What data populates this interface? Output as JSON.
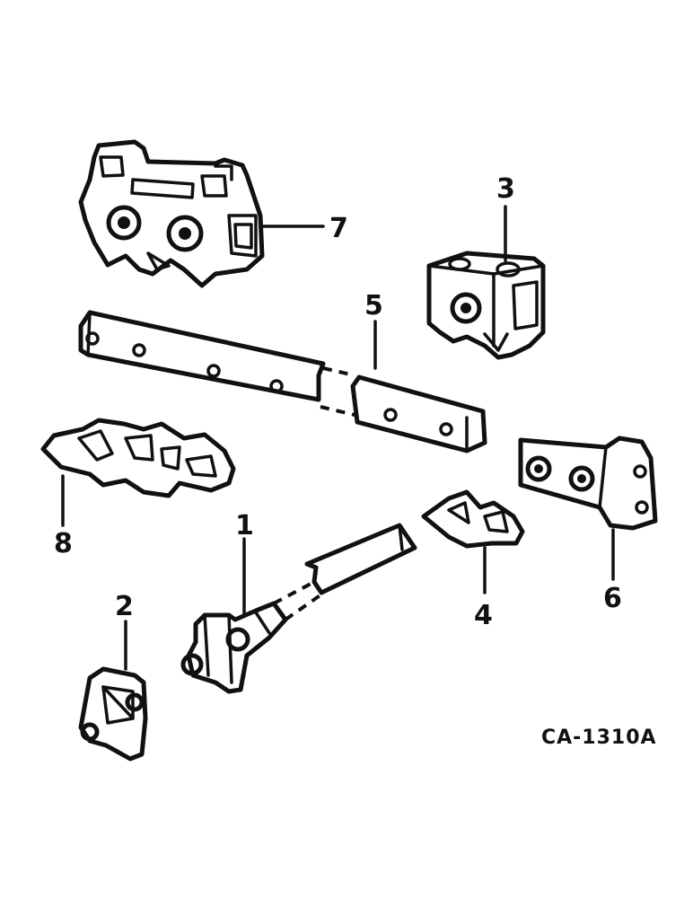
{
  "callouts": {
    "n1": "1",
    "n2": "2",
    "n3": "3",
    "n4": "4",
    "n5": "5",
    "n6": "6",
    "n7": "7",
    "n8": "8"
  },
  "drawing_code": "CA-1310A"
}
